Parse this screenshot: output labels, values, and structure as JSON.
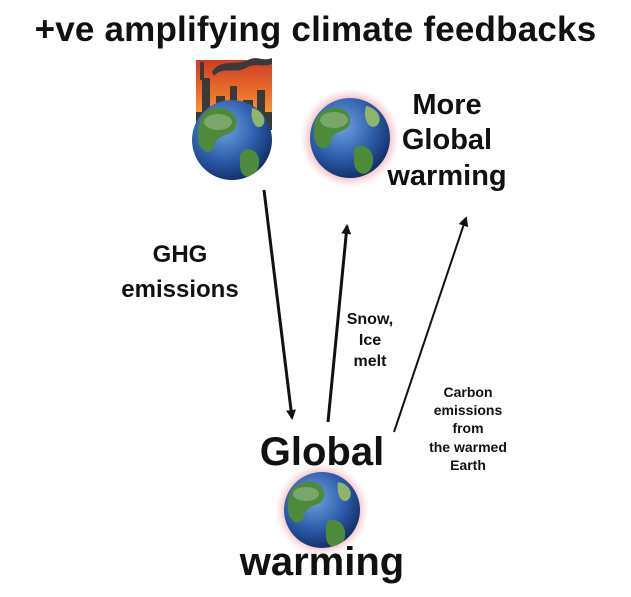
{
  "title": "+ve amplifying climate feedbacks",
  "labels": {
    "more_warming": [
      "More",
      "Global",
      "warming"
    ],
    "ghg": [
      "GHG",
      "emissions"
    ],
    "snow_ice": [
      "Snow,",
      "Ice",
      "melt"
    ],
    "carbon": [
      "Carbon",
      "emissions",
      "from",
      "the warmed",
      "Earth"
    ],
    "global_word": "Global",
    "warming_word": "warming"
  },
  "icons": {
    "factory_earth": "factory-earth-icon",
    "glowing_earth_top": "glowing-earth-icon",
    "glowing_earth_bottom": "glowing-earth-icon"
  },
  "colors": {
    "ocean": "#2a5aa8",
    "land": "#4d8a3a",
    "glow": "#e8909a",
    "sky_top": "#e0502a",
    "sky_bottom": "#f5b236",
    "factory": "#3a3a3a",
    "arrow": "#111111"
  }
}
